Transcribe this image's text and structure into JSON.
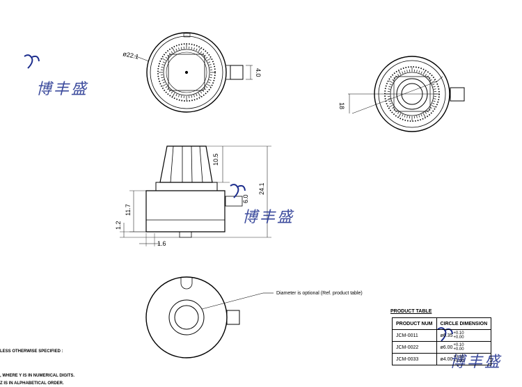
{
  "watermark": {
    "text": "博丰盛"
  },
  "dimensions": {
    "top_diameter": "ø22.1",
    "top_tab": "4.0",
    "right_angle": "18",
    "height_upper": "10.5",
    "height_total": "24.1",
    "height_tab": "6.0",
    "height_lower": "11.7",
    "height_base": "1.2",
    "base_offset": "1.6"
  },
  "callout": {
    "text": "Diameter is optional  (Ref. product table)"
  },
  "product_table": {
    "title": "PRODUCT TABLE",
    "headers": [
      "PRODUCT NUM",
      "CIRCLE DIMENSION"
    ],
    "rows": [
      {
        "num": "JCM-0011",
        "dim": "ø6.35",
        "tol_up": "+0.10",
        "tol_down": "+0.00"
      },
      {
        "num": "JCM-0022",
        "dim": "ø6.00",
        "tol_up": "+0.10",
        "tol_down": "+0.00"
      },
      {
        "num": "JCM-0033",
        "dim": "ø4.00",
        "tol_up": "+0.10",
        "tol_down": "+0.00"
      }
    ]
  },
  "notes": [
    "LESS OTHERWISE SPECIFIED :",
    ", WHERE Y IS IN NUMERICAL DIGITS.",
    "Z IS IN ALPHABETICAL ORDER."
  ]
}
